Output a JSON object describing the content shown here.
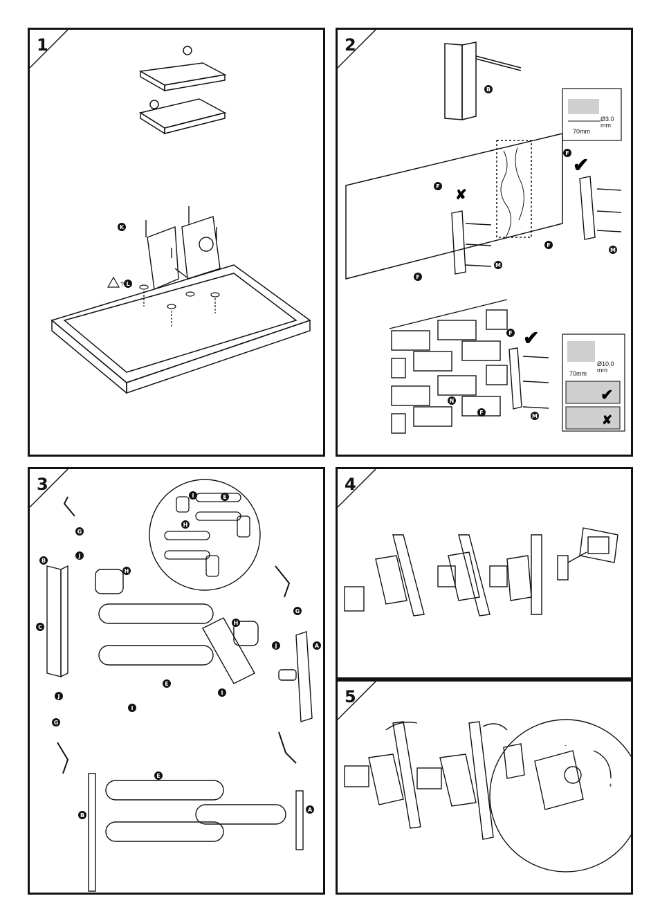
{
  "steps": [
    {
      "number": "1"
    },
    {
      "number": "2"
    },
    {
      "number": "3"
    },
    {
      "number": "4"
    },
    {
      "number": "5"
    }
  ],
  "labels": {
    "a": "A",
    "b": "B",
    "c": "C",
    "e": "E",
    "f": "F",
    "g": "G",
    "h": "H",
    "i": "I",
    "j": "J",
    "k": "K",
    "l": "L",
    "m": "M",
    "n": "N"
  },
  "dimensions": {
    "wood_drill": "Ø3.0\nmm",
    "wood_depth": "70mm",
    "brick_drill": "Ø10.0\nmm",
    "brick_depth": "70mm"
  },
  "marks": {
    "plus": "+",
    "minus": "-",
    "warning_suffix": "?"
  },
  "colors": {
    "line": "#111111",
    "frame": "#111111",
    "background": "#ffffff",
    "wood": "#cfcfcf",
    "label_fill": "#111111"
  }
}
